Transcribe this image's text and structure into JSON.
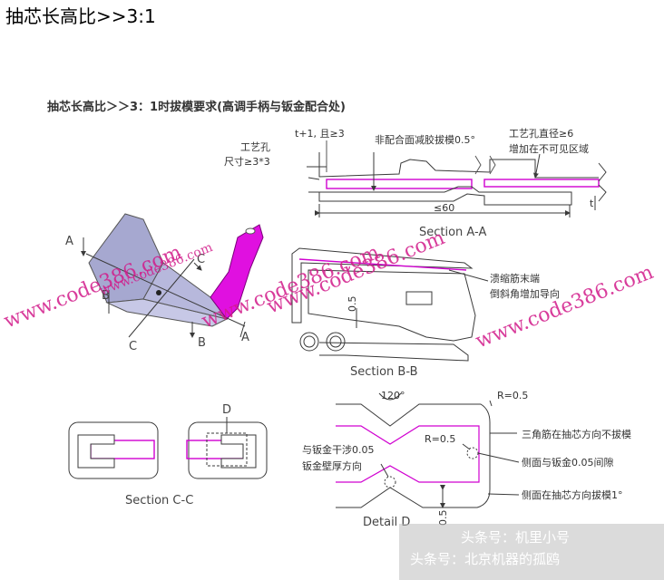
{
  "page_title": "抽芯长高比>>3:1",
  "diagram": {
    "heading": "抽芯长高比＞＞3：1时拔模要求(高调手柄与钣金配合处)",
    "section_aa": {
      "label": "Section A-A",
      "t_plus": "t+1, 且≥3",
      "non_mating": "非配合面减胶拔模0.5°",
      "process_hole": "工艺孔",
      "process_hole_size": "尺寸≥3*3",
      "hole_dia": "工艺孔直径≥6",
      "hole_invisible": "增加在不可见区域",
      "length": "≤60",
      "t": "t"
    },
    "iso": {
      "a_left": "A",
      "a_right": "A",
      "b_top": "B",
      "b_bottom": "B",
      "c_top": "C",
      "c_bottom": "C"
    },
    "section_bb": {
      "label": "Section B-B",
      "dim": "0.5",
      "note1": "溃缩筋末端",
      "note2": "倒斜角增加导向"
    },
    "section_cc": {
      "label": "Section C-C",
      "d_marker": "D"
    },
    "detail_d": {
      "label": "Detail  D",
      "angle": "120°",
      "r_top": "R=0.5",
      "r_mid": "R=0.5",
      "interference": "与钣金干涉0.05",
      "wall_dir": "钣金壁厚方向",
      "dim_bottom": "0.5",
      "note_rib": "三角筋在抽芯方向不拔模",
      "note_gap": "侧面与钣金0.05间隙",
      "note_side": "侧面在抽芯方向拔模1°"
    },
    "watermarks": [
      "www.code386.com",
      "www.code386.com",
      "www.code386.com",
      "www.code386.com",
      "www.code386.com"
    ],
    "overlay": {
      "line1": "头条号：机里小号",
      "line2": "头条号：北京机器的孤鸥"
    },
    "colors": {
      "accent": "#e000e0",
      "watermark": "#d21b8a",
      "line": "#3a3a3a"
    }
  }
}
